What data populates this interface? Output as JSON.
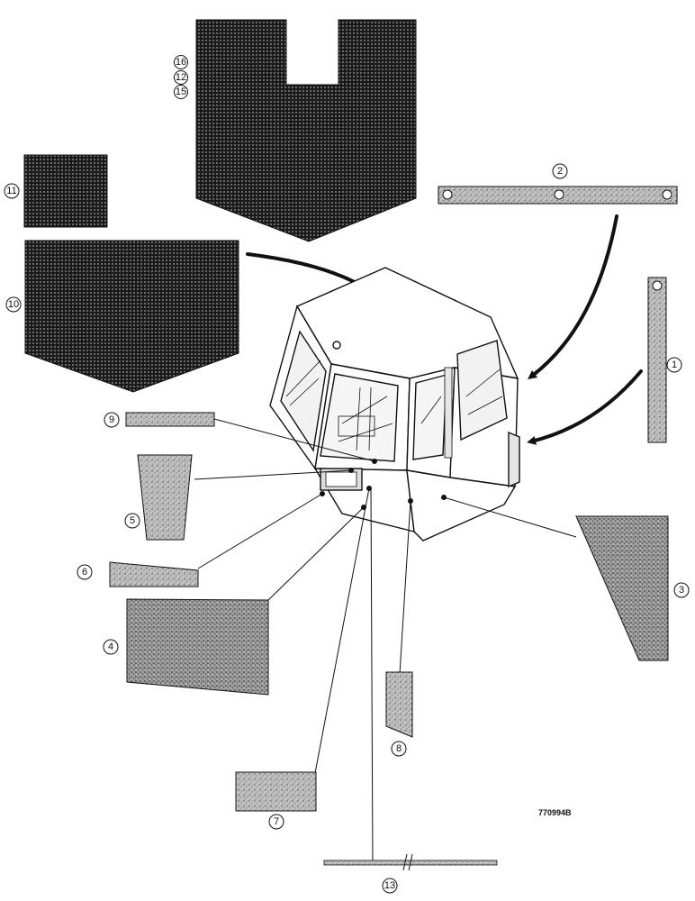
{
  "figure_number": "770994B",
  "callouts": {
    "c1": "1",
    "c2": "2",
    "c3": "3",
    "c4": "4",
    "c5": "5",
    "c6": "6",
    "c7": "7",
    "c8": "8",
    "c9": "9",
    "c10": "10",
    "c11": "11",
    "c12": "12",
    "c13": "13",
    "c15": "15",
    "c16": "16"
  },
  "colors": {
    "ink": "#111111",
    "panel_light": "#bdbdbd",
    "panel_dark": "#2a2a2a",
    "cab_fill": "#ffffff"
  }
}
